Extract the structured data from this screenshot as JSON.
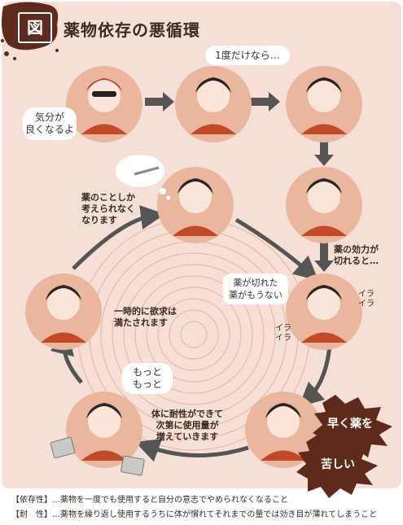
{
  "title": "薬物依存の悪循環",
  "title_badge": "図",
  "colors": {
    "background": "#f6dfd6",
    "accent": "#5e2a1c",
    "circle": "#e7b39d",
    "arrow": "#555555",
    "shirt": "#c24a26"
  },
  "steps": {
    "feeling_good": "気分が\n良くなるよ",
    "just_once": "1度だけなら…",
    "wearing_off": "薬の効力が\n切れると…",
    "when_out": "薬が切れた\n薬がもうない",
    "ira1": "イラ\nイラ",
    "ira2": "イラ\nイラ",
    "quickly": "早く薬を",
    "suffering": "苦しい",
    "tolerance": "体に耐性ができて\n次第に使用量が\n増えていきます",
    "more": "もっと\nもっと",
    "satisfied": "一時的に欲求は\n満たされます",
    "only_drugs": "薬のことしか\n考えられなく\nなります"
  },
  "definitions": [
    {
      "term": "【依存性】",
      "text": "…薬物を一度でも使用すると自分の意志でやめられなくなること"
    },
    {
      "term": "【耐　性】",
      "text": "…薬物を繰り返し使用するうちに体が慣れてそれまでの量では効き目が薄れてしまうこと"
    }
  ],
  "icons": [
    "person-sunglasses-icon",
    "person-worried-icon",
    "person-uneasy-icon",
    "person-anxious-icon",
    "person-thinking-icon",
    "person-irritated-icon",
    "person-relieved-icon",
    "person-suffering-icon",
    "person-using-icon",
    "arrow-icon",
    "syringe-icon",
    "pill-bag-icon"
  ]
}
